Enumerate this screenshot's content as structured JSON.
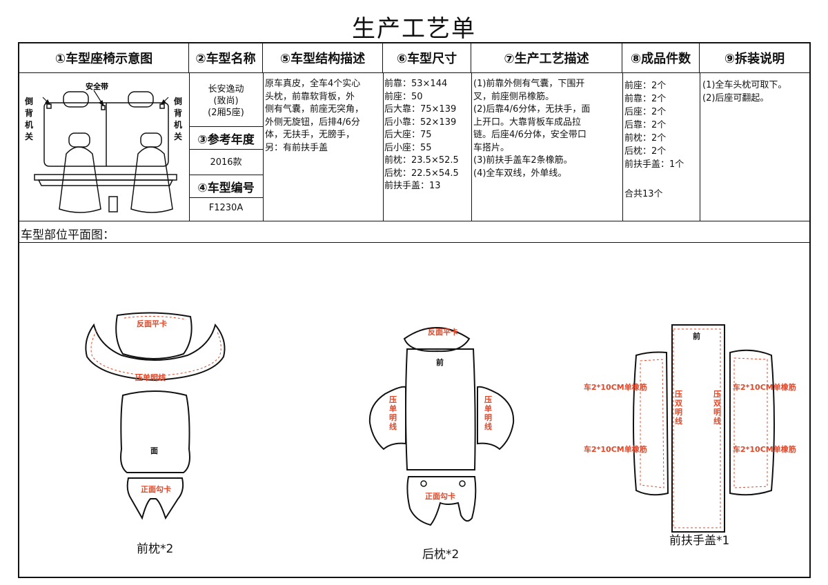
{
  "page_title": "生产工艺单",
  "headers": [
    "①车型座椅示意图",
    "②车型名称",
    "⑤车型结构描述",
    "⑥车型尺寸",
    "⑦生产工艺描述",
    "⑧成品件数",
    "⑨拆装说明"
  ],
  "diagram": {
    "seatbelt_label": "安全带",
    "left_switch": "倒背机关",
    "right_switch": "倒背机关"
  },
  "model_name": "长安逸动\n(致尚)\n(2厢5座)",
  "ref_year_label": "③参考年度",
  "ref_year": "2016款",
  "model_code_label": "④车型编号",
  "model_code": "F1230A",
  "structure_desc": "原车真皮，全车4个实心\n头枕，前靠软背板，外\n侧有气囊，前座无突角，\n外侧无旋钮，后排4/6分\n体，无扶手，无膀手，\n另：有前扶手盖",
  "sizes": "前靠：53×144\n前座：50\n后大靠：75×139\n后小靠：52×139\n后大座：75\n后小座：55\n前枕：23.5×52.5\n后枕：22.5×54.5\n前扶手盖：13",
  "process_desc": "(1)前靠外侧有气囊，下围开\n叉，前座侧吊橡筋。\n(2)后靠4/6分体，无扶手，面\n上开口。大靠背板车成品拉\n链。后座4/6分体，安全带口\n车搭片。\n(3)前扶手盖车2条橡筋。\n(4)全车双线，外单线。",
  "finished_count": "前座：2个\n前靠：2个\n后座：2个\n后靠：2个\n前枕：2个\n后枕：2个\n前扶手盖：1个",
  "finished_total": "合共13个",
  "assembly": "(1)全车头枕可取下。\n(2)后座可翻起。",
  "plan_title": "车型部位平面图：",
  "parts": {
    "front_pillow": {
      "caption": "前枕*2",
      "label_back_clip": "反面平卡",
      "label_single_line": "压单明线",
      "label_face": "面",
      "label_front_hook": "正面勾卡"
    },
    "rear_pillow": {
      "caption": "后枕*2",
      "label_back_clip": "反面平卡",
      "label_front": "前",
      "label_left_line": "压单明线",
      "label_right_line": "压单明线",
      "label_front_hook": "正面勾卡"
    },
    "armrest": {
      "caption": "前扶手盖*1",
      "label_front": "前",
      "label_double_left": "压双明线",
      "label_double_right": "压双明线",
      "elastic_1": "车2*10CM单橡筋",
      "elastic_2": "车2*10CM单橡筋",
      "elastic_3": "车2*10CM单橡筋",
      "elastic_4": "车2*10CM单橡筋"
    }
  },
  "colors": {
    "annotation_red": "#e0482a",
    "line": "#111111"
  }
}
